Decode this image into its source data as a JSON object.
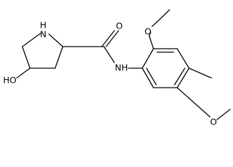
{
  "structure": {
    "atoms": {
      "n1": "N",
      "h1": "H",
      "o_carbonyl": "O",
      "nh": "NH",
      "ho": "HO",
      "o_ortho": "O",
      "o_meta": "O"
    },
    "colors": {
      "bond": "#000000",
      "text": "#000000",
      "background": "#ffffff"
    }
  }
}
